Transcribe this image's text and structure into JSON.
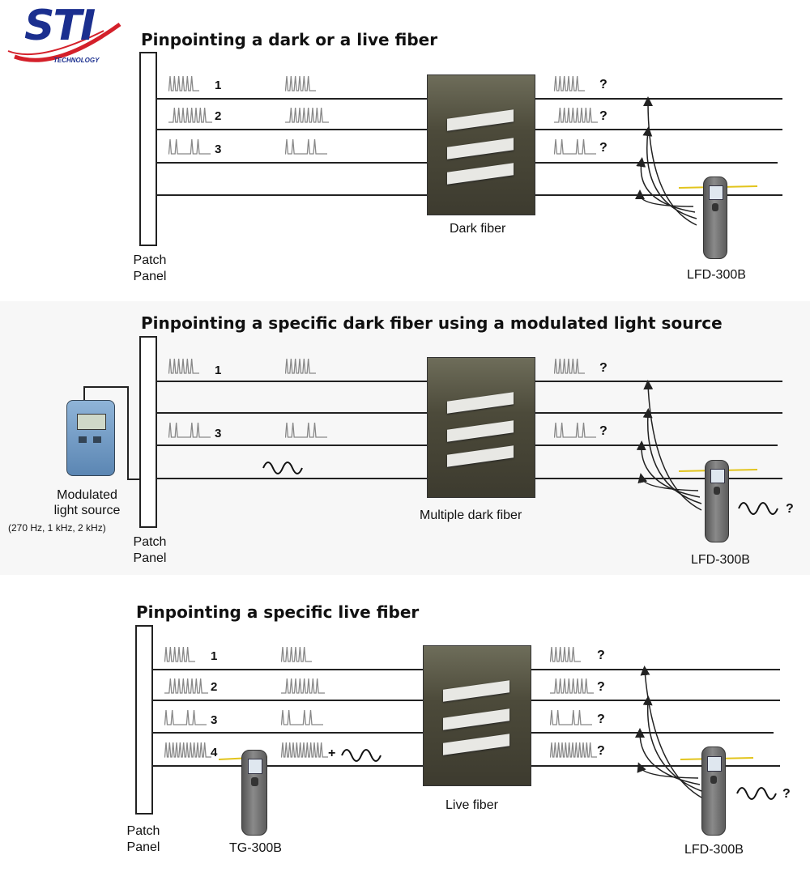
{
  "logo": {
    "text": "STI",
    "subtext": "TECHNOLOGY"
  },
  "sections": [
    {
      "title": "Pinpointing a dark or a live fiber",
      "patch_panel_label": "Patch\nPanel",
      "fiber_numbers": [
        "1",
        "2",
        "3"
      ],
      "question_marks": [
        "?",
        "?",
        "?"
      ],
      "center_label": "Dark fiber",
      "device_label": "LFD-300B"
    },
    {
      "title": "Pinpointing a specific dark fiber using a modulated light source",
      "patch_panel_label": "Patch\nPanel",
      "fiber_numbers": [
        "1",
        "3"
      ],
      "question_marks": [
        "?",
        "?"
      ],
      "center_label": "Multiple dark fiber",
      "device_label": "LFD-300B",
      "source_label": "Modulated\nlight source",
      "source_freqs": "(270 Hz, 1 kHz, 2 kHz)",
      "detected_mark": "?"
    },
    {
      "title": "Pinpointing a specific live fiber",
      "patch_panel_label": "Patch\nPanel",
      "fiber_numbers": [
        "1",
        "2",
        "3",
        "4"
      ],
      "question_marks": [
        "?",
        "?",
        "?",
        "?"
      ],
      "center_label": "Live fiber",
      "device_label": "LFD-300B",
      "generator_label": "TG-300B",
      "plus_sign": "+",
      "detected_mark": "?"
    }
  ],
  "colors": {
    "logo_blue": "#1b2f8f",
    "logo_red": "#d4202a",
    "line": "#222222",
    "pulse": "#888888"
  }
}
